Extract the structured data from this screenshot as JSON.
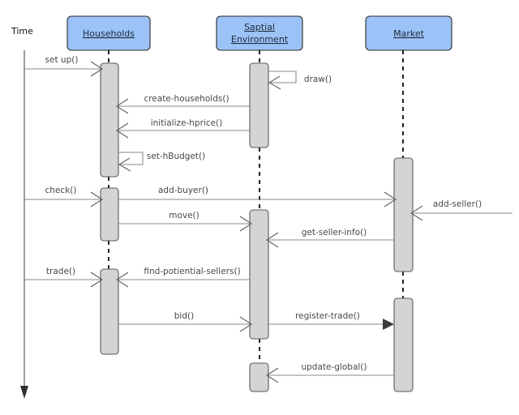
{
  "diagram": {
    "type": "uml-sequence-diagram",
    "time_axis_label": "Time",
    "background_color": "#ffffff",
    "lifeline_fill": "#9CC3F7",
    "activation_fill": "#d4d4d4",
    "message_color": "#8a8a8a"
  },
  "lifelines": [
    {
      "id": "households",
      "label": "Households",
      "label_line1": "Households",
      "label_line2": ""
    },
    {
      "id": "spatial-environment",
      "label": "Saptial Environment",
      "label_line1": "Saptial",
      "label_line2": "Environment"
    },
    {
      "id": "market",
      "label": "Market",
      "label_line1": "Market",
      "label_line2": ""
    }
  ],
  "messages": [
    {
      "id": "m1",
      "label": "set up()",
      "from": "actor",
      "to": "households",
      "direction": "right",
      "arrow": "open"
    },
    {
      "id": "m2",
      "label": "draw()",
      "from": "spatial-environment",
      "to": "spatial-environment",
      "direction": "self",
      "arrow": "open"
    },
    {
      "id": "m3",
      "label": "create-households()",
      "from": "spatial-environment",
      "to": "households",
      "direction": "left",
      "arrow": "open"
    },
    {
      "id": "m4",
      "label": "initialize-hprice()",
      "from": "spatial-environment",
      "to": "households",
      "direction": "left",
      "arrow": "open"
    },
    {
      "id": "m5",
      "label": "set-hBudget()",
      "from": "households",
      "to": "households",
      "direction": "self",
      "arrow": "open"
    },
    {
      "id": "m6",
      "label": "check()",
      "from": "actor",
      "to": "households",
      "direction": "right",
      "arrow": "open"
    },
    {
      "id": "m7",
      "label": "add-buyer()",
      "from": "households",
      "to": "market",
      "direction": "right",
      "arrow": "open"
    },
    {
      "id": "m8",
      "label": "add-seller()",
      "from": "external",
      "to": "market",
      "direction": "left",
      "arrow": "open"
    },
    {
      "id": "m9",
      "label": "move()",
      "from": "households",
      "to": "spatial-environment",
      "direction": "right",
      "arrow": "open"
    },
    {
      "id": "m10",
      "label": "get-seller-info()",
      "from": "market",
      "to": "spatial-environment",
      "direction": "left",
      "arrow": "open"
    },
    {
      "id": "m11",
      "label": "trade()",
      "from": "actor",
      "to": "households",
      "direction": "right",
      "arrow": "open"
    },
    {
      "id": "m12",
      "label": "find-potiential-sellers()",
      "from": "spatial-environment",
      "to": "households",
      "direction": "left",
      "arrow": "open"
    },
    {
      "id": "m13",
      "label": "bid()",
      "from": "households",
      "to": "spatial-environment",
      "direction": "right",
      "arrow": "open"
    },
    {
      "id": "m14",
      "label": "register-trade()",
      "from": "spatial-environment",
      "to": "market",
      "direction": "right",
      "arrow": "filled"
    },
    {
      "id": "m15",
      "label": "update-global()",
      "from": "market",
      "to": "spatial-environment",
      "direction": "left",
      "arrow": "open"
    }
  ]
}
